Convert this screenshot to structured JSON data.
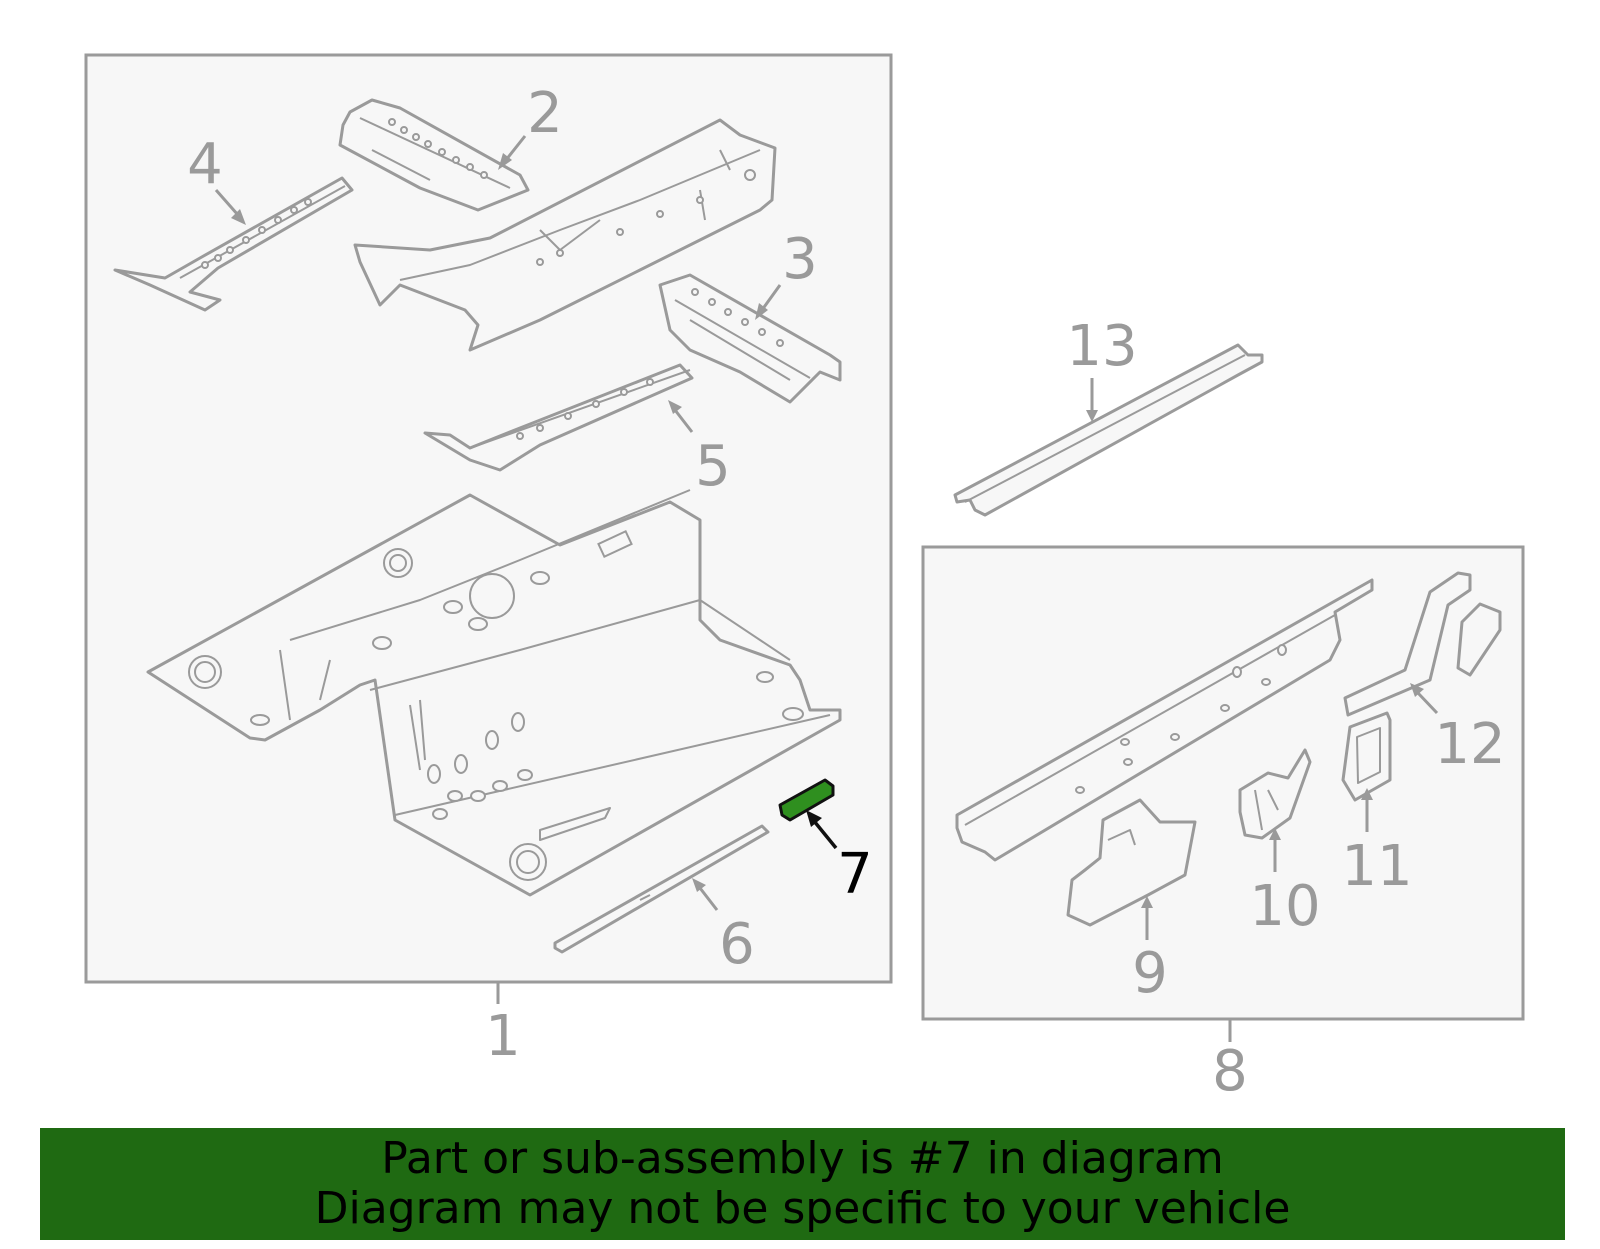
{
  "diagram": {
    "callouts": [
      "1",
      "2",
      "3",
      "4",
      "5",
      "6",
      "7",
      "8",
      "9",
      "10",
      "11",
      "12",
      "13"
    ],
    "selected_callout": "7",
    "highlight_color": "#2f8f1f",
    "line_color": "#9a9a9a"
  },
  "banner": {
    "line1": "Part or sub-assembly is #7 in diagram",
    "line2": "Diagram may not be specific to your vehicle",
    "background": "#1f6a12"
  }
}
